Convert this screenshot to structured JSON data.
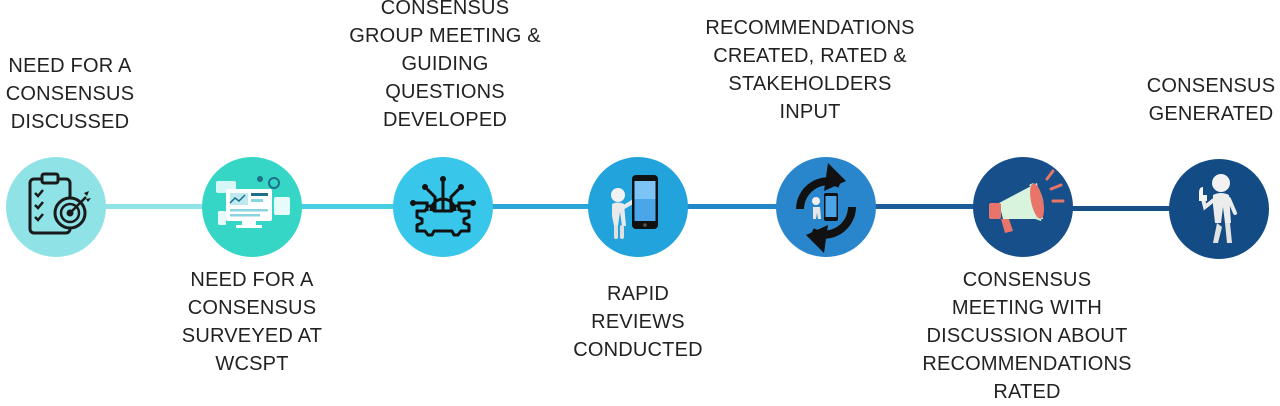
{
  "colors": {
    "line_1": "#8fe3e6",
    "line_2": "#45cfe0",
    "line_3": "#2aa6d8",
    "line_4": "#2187c8",
    "line_5": "#1b5d98",
    "line_6": "#184f86"
  },
  "steps": [
    {
      "label": "NEED FOR A\nCONSENSUS\nDISCUSSED",
      "icon": "clipboard-target-icon",
      "color": "#8fe3e6"
    },
    {
      "label": "NEED FOR A\nCONSENSUS\nSURVEYED AT\nWCSPT",
      "icon": "dashboard-survey-icon",
      "color": "#35d6c6"
    },
    {
      "label": "CONSENSUS\nGROUP MEETING &\nGUIDING\nQUESTIONS\nDEVELOPED",
      "icon": "gear-circuit-icon",
      "color": "#38c6ea"
    },
    {
      "label": "RAPID\nREVIEWS\nCONDUCTED",
      "icon": "person-phone-icon",
      "color": "#22a3dc"
    },
    {
      "label": "RECOMMENDATIONS\nCREATED, RATED &\nSTAKEHOLDERS\nINPUT",
      "icon": "refresh-phone-icon",
      "color": "#2a86cc"
    },
    {
      "label": "CONSENSUS\nMEETING WITH\nDISCUSSION ABOUT\nRECOMMENDATIONS\nRATED",
      "icon": "megaphone-icon",
      "color": "#164f8a"
    },
    {
      "label": "CONSENSUS\nGENERATED",
      "icon": "person-thumbs-up-icon",
      "color": "#134b85"
    }
  ]
}
